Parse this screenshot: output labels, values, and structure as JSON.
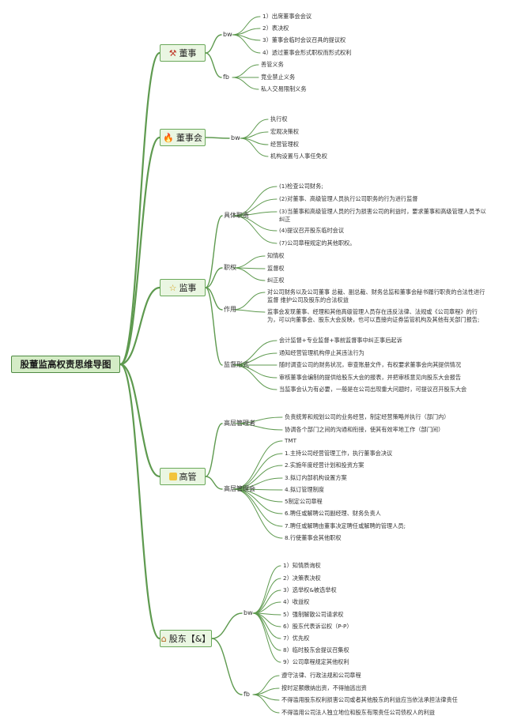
{
  "root": "股董监高权责思维导图",
  "branches": {
    "dongshi": {
      "label": "董事",
      "bw": {
        "label": "bw",
        "items": [
          "1）出席董事会会议",
          "2）表决权",
          "3）董事会临时会议召具的提议权",
          "4）透过董事会形式职权而形式权利"
        ]
      },
      "fb": {
        "label": "fb",
        "items": [
          "善管义务",
          "竞业禁止义务",
          "私人交易限制义务"
        ]
      }
    },
    "dongshihui": {
      "label": "董事会",
      "bw": {
        "label": "bw",
        "items": [
          "执行权",
          "宏观决策权",
          "经营管理权",
          "机构设置与人事任免权"
        ]
      }
    },
    "jianshi": {
      "label": "监事",
      "jutizhize": {
        "label": "具体职责",
        "items": [
          "(1)检查公司财务;",
          "(2)对董事、高级管理人员执行公司职务的行为进行监督",
          "(3)当董事和高级管理人员的行为损害公司的利益时，要求董事和高级管理人员予以纠正",
          "(4)提议召开股东临时会议",
          "(7)公司章程规定的其他职权。"
        ]
      },
      "zhiquan": {
        "label": "职权",
        "items": [
          "知情权",
          "监督权",
          "纠正权"
        ]
      },
      "zuoyong": {
        "label": "作用",
        "items": [
          "对公司财务以及公司董事 总裁、副总裁、财务总监和董事会秘书履行职责的合法性进行监督 维护公司及股东的合法权益",
          "监事会发现董事、经理和其他高级管理人员存在违反法律、法规或《公司章程》的行为，可以向董事会、股东大会反映，也可以直接向证券监管机构及其他有关部门报告;"
        ]
      },
      "jiandu": {
        "label": "监督形式",
        "items": [
          "会计监督+专业监督+事前监督事中纠正事后起诉",
          "通知经营管理机构停止其违法行为",
          "随时调查公司的财务状况，审查账册文件，有权要求董事会向其提供情况",
          "审核董事会编制的提供给股东大会的报表，并把审核意见向股东大会报告",
          "当监事会认为有必要，一般是在公司出现重大问题时，可提议召开股东大会"
        ]
      }
    },
    "gaoguan": {
      "label": "高管",
      "gaoceng": {
        "label": "高层管理者",
        "items": [
          "负责统筹和规划公司的业务经营，制定经营策略并执行（部门内）",
          "协调各个部门之间的沟通和衔接，使其有效率地工作（部门间）"
        ]
      },
      "gaocenghui": {
        "label": "高层管理会",
        "items": [
          "TMT",
          "1.主持公司经营管理工作，执行董事会决议",
          "2.实施年度经营计划和投资方案",
          "3.拟订内部机构设置方案",
          "4.拟订管理制度",
          "5制定公司章程",
          "6.聘任或解聘公司副经理、财务负责人",
          "7.聘任或解聘由董事决定聘任或解聘的管理人员;",
          "8.行使董事会其他职权"
        ]
      }
    },
    "gudong": {
      "label": "股东【&】",
      "bw": {
        "label": "bw",
        "items": [
          "1）知情质询权",
          "2）决策表决权",
          "3）选举权&被选举权",
          "4）收益权",
          "5）强制解散公司请求权",
          "6）股东代表诉讼权（P-P）",
          "7）优先权",
          "8）临时股东会提议召集权",
          "9）公司章程规定其他权利"
        ]
      },
      "fb": {
        "label": "fb",
        "items": [
          "遵守法律、行政法规和公司章程",
          "按时足额缴纳出资，不得抽逃出资",
          "不得滥用股东权利损害公司或者其他股东的利益应当依法承担法律责任",
          "不得滥用公司法人独立地位和股东有限责任公司债权人的利益"
        ]
      }
    }
  },
  "colors": {
    "line": "#5e9a4f",
    "root_fill": "#d4ecc6",
    "node_fill": "#eaf6e2",
    "node_border": "#6aa85a"
  },
  "icons": {
    "dongshi": "hammer-icon",
    "dongshihui": "flame-icon",
    "jianshi": "star-icon",
    "gaoguan": "sun-icon",
    "gudong": "house-icon"
  }
}
